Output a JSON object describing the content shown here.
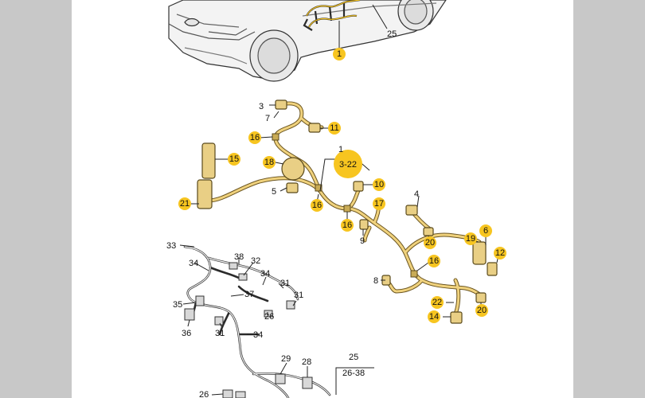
{
  "callouts": {
    "c1top": "1",
    "c25top": "25",
    "c3": "3",
    "c7": "7",
    "c11": "11",
    "c16a": "16",
    "c15": "15",
    "c18": "18",
    "c1mid": "1",
    "c3_22": "3-22",
    "c5": "5",
    "c10": "10",
    "c21": "21",
    "c16b": "16",
    "c17": "17",
    "c4": "4",
    "c16c": "16",
    "c9": "9",
    "c20a": "20",
    "c19": "19",
    "c6": "6",
    "c12": "12",
    "c16d": "16",
    "c8": "8",
    "c22": "22",
    "c14": "14",
    "c20b": "20",
    "c33": "33",
    "c34a": "34",
    "c38": "38",
    "c32": "32",
    "c34b": "34",
    "c31a": "31",
    "c37": "37",
    "c35": "35",
    "c31b": "31",
    "c26a": "26",
    "c36": "36",
    "c31c": "31",
    "c34c": "34",
    "c29": "29",
    "c28": "28",
    "c25bot": "25",
    "c26_38": "26-38",
    "c26b": "26"
  },
  "colors": {
    "highlight": "#f7c520",
    "harness": "#e8c36a",
    "line": "#222222"
  }
}
